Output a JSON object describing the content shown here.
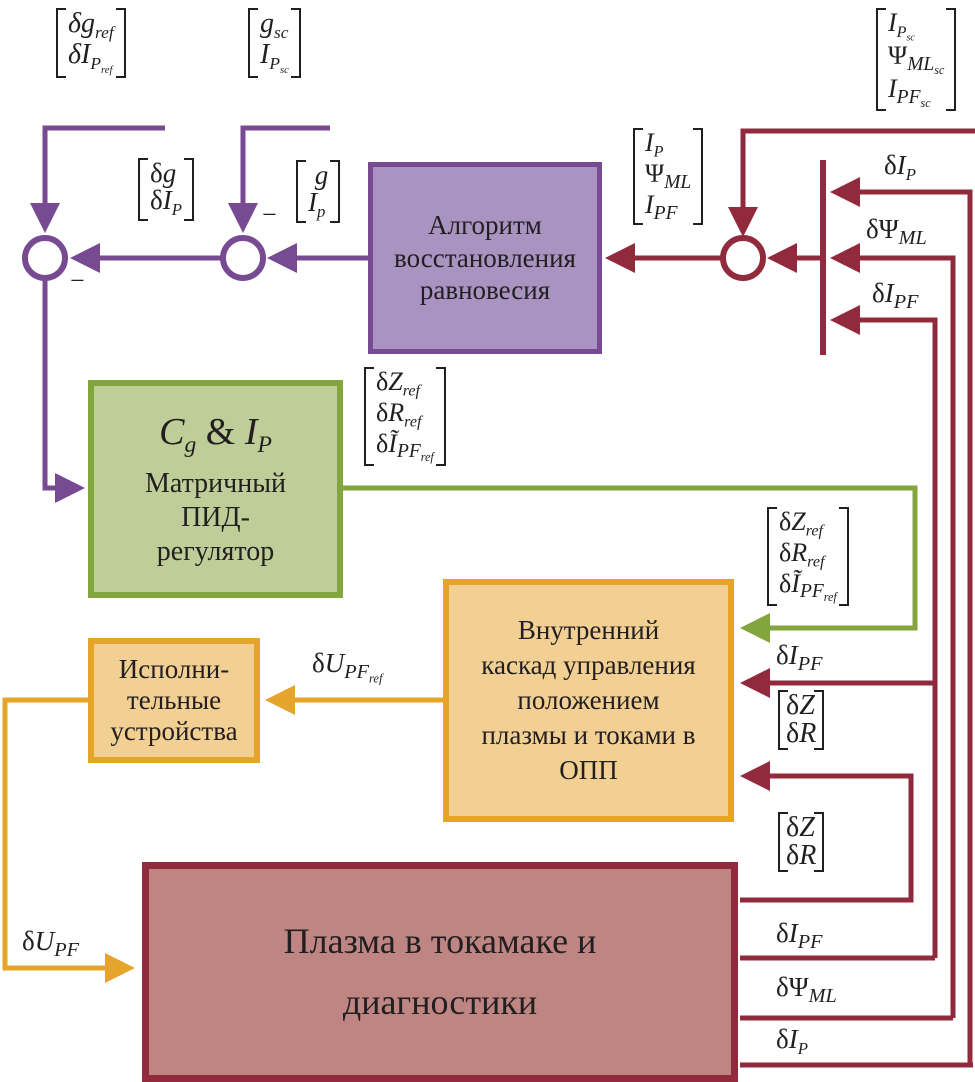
{
  "colors": {
    "purple": "#774a91",
    "purple_fill": "#a993c1",
    "green": "#83a53d",
    "green_fill": "#bfcd98",
    "orange": "#e6a52a",
    "orange_fill": "#f2cf92",
    "red": "#922a3e",
    "red_fill": "#be8582",
    "text": "#231f20"
  },
  "blocks": {
    "equilibrium": {
      "lines": [
        "Алгоритм",
        "восстановления",
        "равновесия"
      ]
    },
    "pid": {
      "title_c": "C",
      "title_c_sub": "g",
      "title_amp": " & ",
      "title_i": "I",
      "title_i_sub": "P",
      "lines": [
        "Матричный",
        "ПИД-",
        "регулятор"
      ]
    },
    "inner": {
      "lines": [
        "Внутренний",
        "каскад управления",
        "положением",
        "плазмы и токами в",
        "ОПП"
      ]
    },
    "actuators": {
      "lines": [
        "Исполни-",
        "тельные",
        "устройства"
      ]
    },
    "plasma": {
      "lines": [
        "Плазма в токамаке и",
        "диагностики"
      ]
    }
  },
  "signals": {
    "ref_top_left": [
      "δg_ref",
      "δI_P_ref"
    ],
    "sc_top": [
      "g_sc",
      "I_P_sc"
    ],
    "error": [
      "δg",
      "δI_P"
    ],
    "measured": [
      "g",
      "I_p"
    ],
    "recon_input": [
      "I_P",
      "Ψ_ML",
      "I_PF"
    ],
    "sc_right": [
      "I_P_sc",
      "Ψ_ML_sc",
      "I_PF_sc"
    ],
    "bus_dIP": "δI_P",
    "bus_dPsi": "δΨ_ML",
    "bus_dIPF": "δI_PF",
    "pid_out": [
      "δZ_ref",
      "δR_ref",
      "δĨ_PF_ref"
    ],
    "inner_in": [
      "δZ_ref",
      "δR_ref",
      "δĨ_PF_ref"
    ],
    "inner_dIPF": "δI_PF",
    "inner_dZdR": [
      "δZ",
      "δR"
    ],
    "plasma_dZdR": [
      "δZ",
      "δR"
    ],
    "plasma_dIPF": "δI_PF",
    "plasma_dPsi": "δΨ_ML",
    "plasma_dIP": "δI_P",
    "u_ref": "δU_PF_ref",
    "u": "δU_PF",
    "minus": "−"
  }
}
